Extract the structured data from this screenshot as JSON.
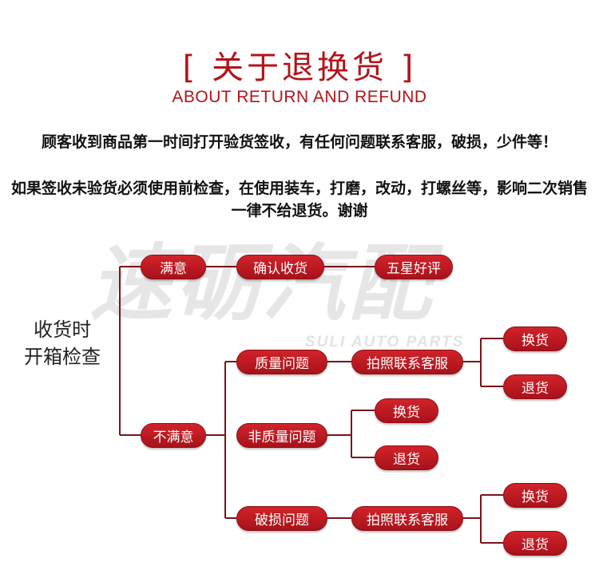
{
  "header": {
    "title": "[ 关于退换货 ]",
    "subtitle": "ABOUT RETURN AND REFUND"
  },
  "notice": {
    "line1": "顾客收到商品第一时间打开验货签收，有任何问题联系客服，破损，少件等！",
    "line2": "如果签收未验货必须使用前检查，在使用装车，打磨，改动，打螺丝等，影响二次销售一律不给退货。谢谢"
  },
  "watermark": {
    "brand": "速砺汽配",
    "brand_en": "SULI AUTO PARTS"
  },
  "flow": {
    "root_line1": "收货时",
    "root_line2": "开箱检查",
    "satisfied": "满意",
    "confirm_receipt": "确认收货",
    "five_star": "五星好评",
    "unsatisfied": "不满意",
    "quality_issue": "质量问题",
    "non_quality_issue": "非质量问题",
    "damage_issue": "破损问题",
    "photo_contact_1": "拍照联系客服",
    "photo_contact_2": "拍照联系客服",
    "exchange_1": "换货",
    "refund_1": "退货",
    "exchange_2": "换货",
    "refund_2": "退货",
    "exchange_3": "换货",
    "refund_3": "退货"
  },
  "colors": {
    "accent": "#b3141b",
    "pill": "#c41a22",
    "line": "#7a1418"
  }
}
